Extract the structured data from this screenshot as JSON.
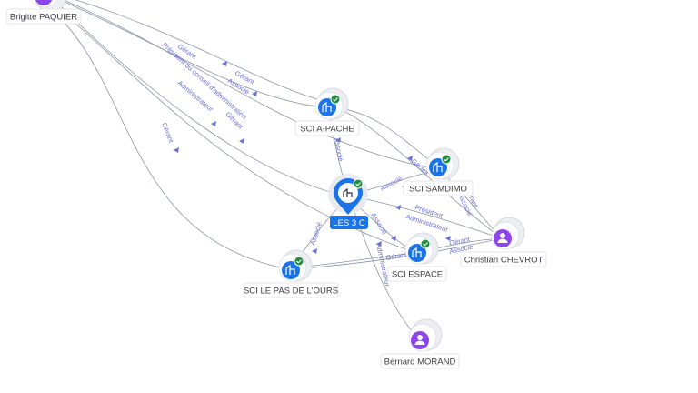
{
  "colors": {
    "company": "#1a73e8",
    "person": "#8e44ec",
    "check": "#1e8e3e",
    "edge": "#8a94a6",
    "edge_label": "#6b6fd6"
  },
  "nodes": {
    "brigitte": {
      "label": "Brigitte PAQUIER",
      "type": "person"
    },
    "sci_apache": {
      "label": "SCI A-PACHE",
      "type": "company"
    },
    "sci_samdimo": {
      "label": "SCI SAMDIMO",
      "type": "company"
    },
    "les3c": {
      "label": "LES 3 C",
      "type": "company-focus"
    },
    "christian": {
      "label": "Christian CHEVROT",
      "type": "person"
    },
    "sci_espace": {
      "label": "SCI ESPACE",
      "type": "company"
    },
    "sci_pas_ours": {
      "label": "SCI LE PAS DE L'OURS",
      "type": "company"
    },
    "bernard": {
      "label": "Bernard MORAND",
      "type": "person"
    }
  },
  "edge_labels": {
    "gerant": "Gérant",
    "associe": "Associé",
    "president_ca": "Président du conseil d'administration",
    "administrateur": "Administrateur",
    "president": "Président"
  }
}
